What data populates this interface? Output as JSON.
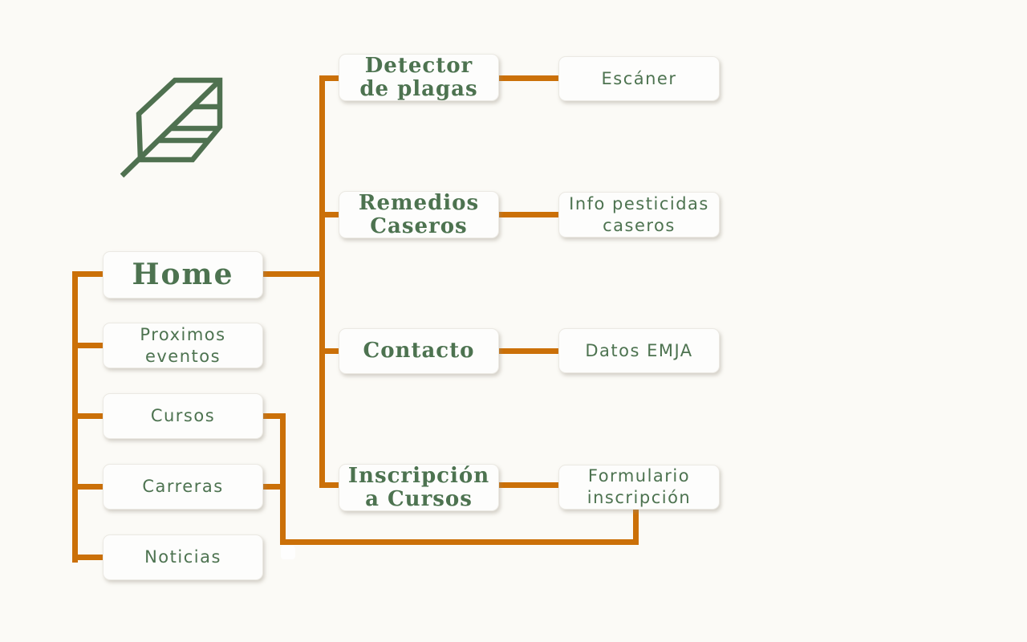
{
  "colors": {
    "background": "#fbfaf6",
    "box_bg": "#fdfdfc",
    "box_border": "#ebe9e3",
    "connector_orange": "#cb7008",
    "text_green": "#4d7350",
    "leaf_green": "#4f7150"
  },
  "logo": {
    "name": "leaf-logo"
  },
  "nodes": {
    "home": {
      "label": "Home"
    },
    "proximos": {
      "label": "Proximos\neventos"
    },
    "cursos": {
      "label": "Cursos"
    },
    "carreras": {
      "label": "Carreras"
    },
    "noticias": {
      "label": "Noticias"
    },
    "detector": {
      "label": "Detector\nde plagas"
    },
    "remedios": {
      "label": "Remedios\nCaseros"
    },
    "contacto": {
      "label": "Contacto"
    },
    "inscripcion": {
      "label": "Inscripción\na Cursos"
    },
    "escaner": {
      "label": "Escáner"
    },
    "info_pesticidas": {
      "label": "Info pesticidas\ncaseros"
    },
    "datos_emja": {
      "label": "Datos EMJA"
    },
    "formulario": {
      "label": "Formulario\ninscripción"
    }
  }
}
